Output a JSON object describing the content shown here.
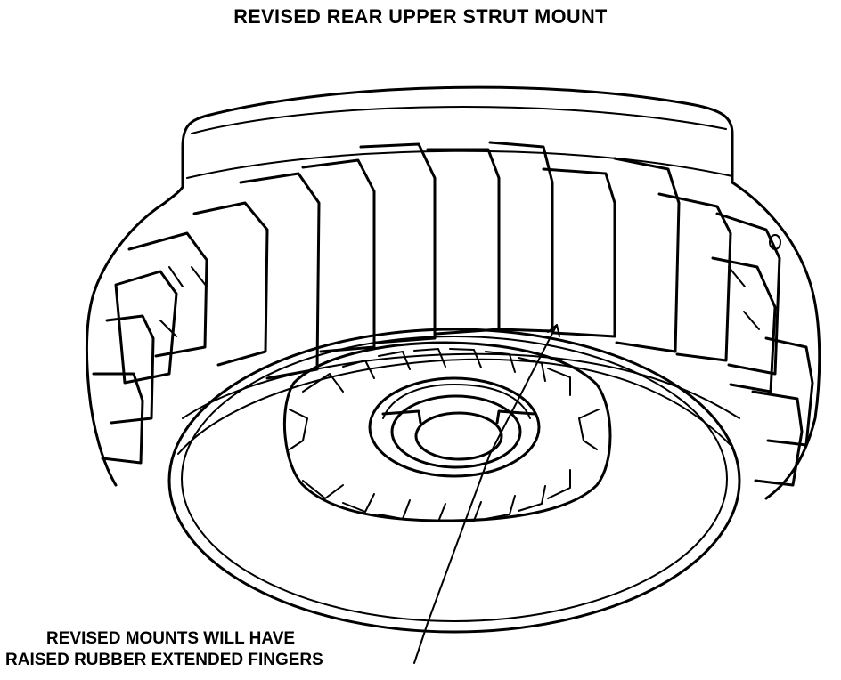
{
  "diagram": {
    "title": "REVISED REAR UPPER STRUT MOUNT",
    "callout": {
      "line1": "REVISED MOUNTS WILL HAVE",
      "line2": "RAISED RUBBER EXTENDED FINGERS"
    }
  }
}
